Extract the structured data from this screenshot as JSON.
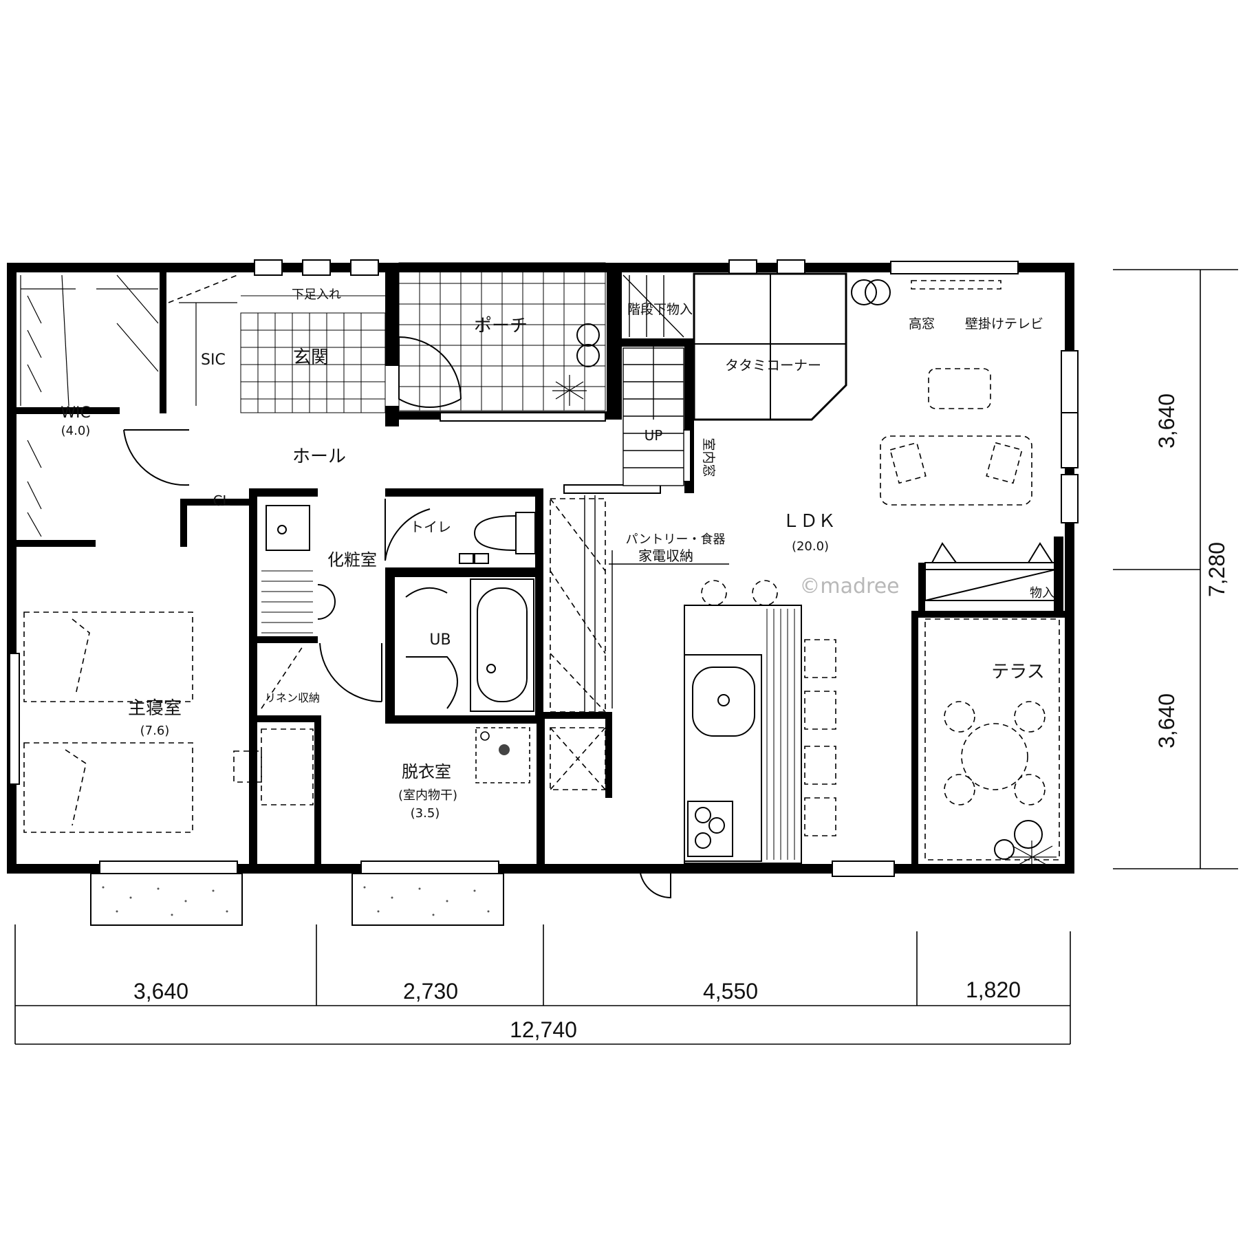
{
  "rooms": {
    "wic": {
      "name": "WIC",
      "area": "(4.0)"
    },
    "sic": {
      "name": "SIC"
    },
    "entrance": {
      "name": "玄関"
    },
    "shoe_storage": {
      "name": "下足入れ"
    },
    "porch": {
      "name": "ポーチ"
    },
    "under_stair": {
      "name": "階段下物入"
    },
    "tatami": {
      "name": "タタミコーナー"
    },
    "high_window": {
      "name": "高窓"
    },
    "wall_tv": {
      "name": "壁掛けテレビ"
    },
    "hall": {
      "name": "ホール"
    },
    "stair_up": {
      "name": "UP"
    },
    "indoor_window": {
      "name": "室内窓"
    },
    "cl": {
      "name": "CL"
    },
    "toilet": {
      "name": "トイレ"
    },
    "vanity": {
      "name": "化粧室"
    },
    "pantry": {
      "line1": "パントリー・食器",
      "line2": "家電収納"
    },
    "ldk": {
      "name": "ＬＤＫ",
      "area": "(20.0)"
    },
    "storage": {
      "name": "物入"
    },
    "ub": {
      "name": "UB"
    },
    "master": {
      "name": "主寝室",
      "area": "(7.6)"
    },
    "linen": {
      "name": "リネン収納"
    },
    "dressing": {
      "name": "脱衣室",
      "sub": "(室内物干)",
      "area": "(3.5)"
    },
    "terrace": {
      "name": "テラス"
    }
  },
  "watermark": "©madree",
  "dimensions": {
    "bottom": [
      "3,640",
      "2,730",
      "4,550",
      "1,820"
    ],
    "total_width": "12,740",
    "right": [
      "3,640",
      "3,640"
    ],
    "total_depth": "7,280"
  },
  "icons": {
    "toilet": "toilet-icon",
    "bathtub": "bathtub-icon",
    "sofa": "sofa-icon",
    "dining_set": "dining-table-icon",
    "plants": "plant-icon",
    "kitchen": "kitchen-counter-icon"
  }
}
